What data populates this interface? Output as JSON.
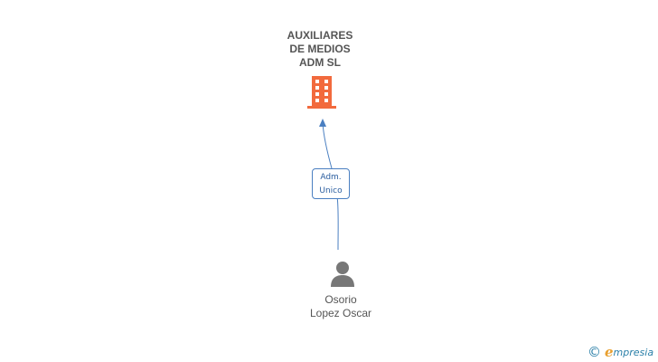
{
  "company": {
    "name_lines": [
      "AUXILIARES",
      "DE MEDIOS",
      "ADM SL"
    ],
    "icon": "building-icon",
    "icon_color": "#f26a3d"
  },
  "relation": {
    "label_lines": [
      "Adm.",
      "Unico"
    ],
    "line_color": "#4a7fc1"
  },
  "person": {
    "name_lines": [
      "Osorio",
      "Lopez Oscar"
    ],
    "icon": "person-icon",
    "icon_color": "#777777"
  },
  "brand": {
    "copyright_symbol": "©",
    "initial": "e",
    "rest": "mpresia"
  }
}
